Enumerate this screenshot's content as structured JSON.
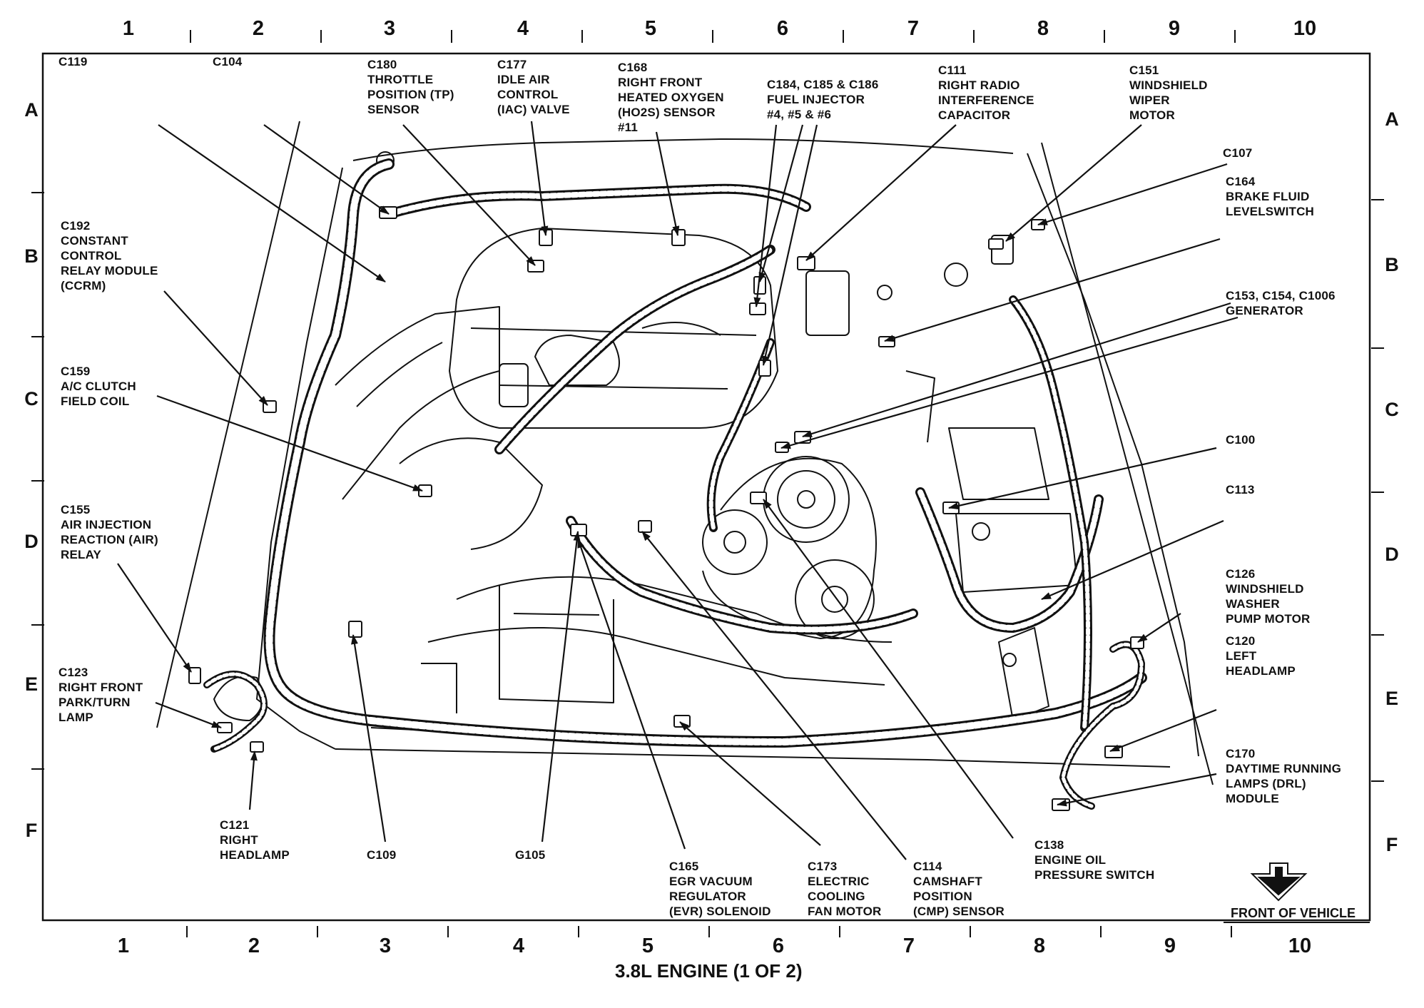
{
  "grid": {
    "columns": [
      "1",
      "2",
      "3",
      "4",
      "5",
      "6",
      "7",
      "8",
      "9",
      "10"
    ],
    "rows": [
      "A",
      "B",
      "C",
      "D",
      "E",
      "F"
    ]
  },
  "caption": "3.8L ENGINE (1 OF 2)",
  "front_of_vehicle": "FRONT OF VEHICLE",
  "callouts": [
    {
      "id": "c119",
      "lines": [
        "C119"
      ]
    },
    {
      "id": "c104",
      "lines": [
        "C104"
      ]
    },
    {
      "id": "c180",
      "lines": [
        "C180",
        "THROTTLE",
        "POSITION (TP)",
        "SENSOR"
      ]
    },
    {
      "id": "c177",
      "lines": [
        "C177",
        "IDLE AIR",
        "CONTROL",
        "(IAC) VALVE"
      ]
    },
    {
      "id": "c168",
      "lines": [
        "C168",
        "RIGHT FRONT",
        "HEATED OXYGEN",
        "(HO2S) SENSOR",
        "#11"
      ]
    },
    {
      "id": "c184",
      "lines": [
        "C184, C185 & C186",
        "FUEL INJECTOR",
        "#4, #5 & #6"
      ]
    },
    {
      "id": "c111",
      "lines": [
        "C111",
        "RIGHT RADIO",
        "INTERFERENCE",
        "CAPACITOR"
      ]
    },
    {
      "id": "c151",
      "lines": [
        "C151",
        "WINDSHIELD",
        "WIPER",
        "MOTOR"
      ]
    },
    {
      "id": "c107",
      "lines": [
        "C107"
      ]
    },
    {
      "id": "c164",
      "lines": [
        "C164",
        "BRAKE FLUID",
        "LEVELSWITCH"
      ]
    },
    {
      "id": "c153",
      "lines": [
        "C153, C154, C1006",
        "GENERATOR"
      ]
    },
    {
      "id": "c192",
      "lines": [
        "C192",
        "CONSTANT",
        "CONTROL",
        "RELAY MODULE",
        "(CCRM)"
      ]
    },
    {
      "id": "c159",
      "lines": [
        "C159",
        "A/C CLUTCH",
        "FIELD COIL"
      ]
    },
    {
      "id": "c100",
      "lines": [
        "C100"
      ]
    },
    {
      "id": "c113",
      "lines": [
        "C113"
      ]
    },
    {
      "id": "c155",
      "lines": [
        "C155",
        "AIR INJECTION",
        "REACTION (AIR)",
        "RELAY"
      ]
    },
    {
      "id": "c126",
      "lines": [
        "C126",
        "WINDSHIELD",
        "WASHER",
        "PUMP MOTOR"
      ]
    },
    {
      "id": "c120",
      "lines": [
        "C120",
        "LEFT",
        "HEADLAMP"
      ]
    },
    {
      "id": "c123",
      "lines": [
        "C123",
        "RIGHT FRONT",
        "PARK/TURN",
        "LAMP"
      ]
    },
    {
      "id": "c170",
      "lines": [
        "C170",
        "DAYTIME RUNNING",
        "LAMPS (DRL)",
        "MODULE"
      ]
    },
    {
      "id": "c121",
      "lines": [
        "C121",
        "RIGHT",
        "HEADLAMP"
      ]
    },
    {
      "id": "c109",
      "lines": [
        "C109"
      ]
    },
    {
      "id": "g105",
      "lines": [
        "G105"
      ]
    },
    {
      "id": "c165",
      "lines": [
        "C165",
        "EGR VACUUM",
        "REGULATOR",
        "(EVR) SOLENOID"
      ]
    },
    {
      "id": "c173",
      "lines": [
        "C173",
        "ELECTRIC",
        "COOLING",
        "FAN MOTOR"
      ]
    },
    {
      "id": "c114",
      "lines": [
        "C114",
        "CAMSHAFT",
        "POSITION",
        "(CMP) SENSOR"
      ]
    },
    {
      "id": "c138",
      "lines": [
        "C138",
        "ENGINE OIL",
        "PRESSURE SWITCH"
      ]
    }
  ]
}
